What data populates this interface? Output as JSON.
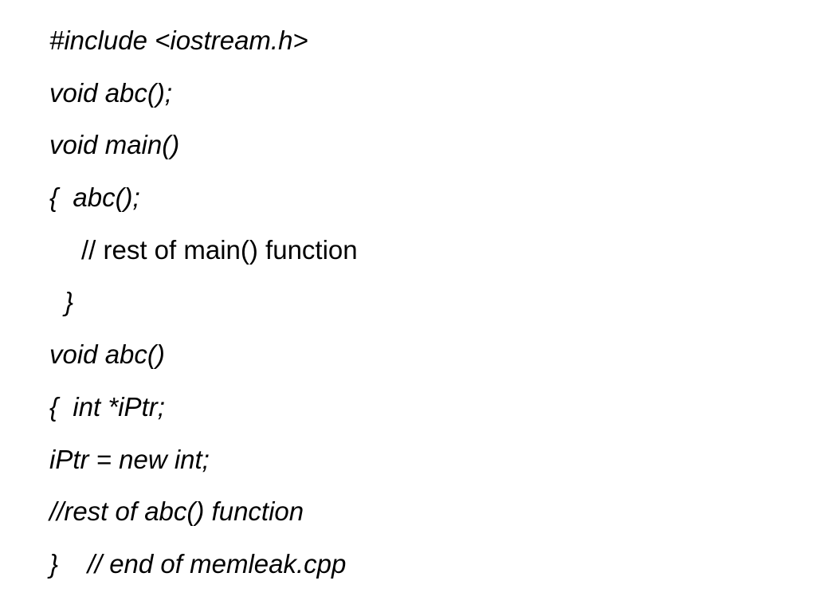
{
  "code_lines": [
    {
      "segments": [
        {
          "text": "#include <iostream.h>",
          "italic": true
        }
      ]
    },
    {
      "segments": [
        {
          "text": "void abc();",
          "italic": true
        }
      ]
    },
    {
      "segments": [
        {
          "text": "void main()",
          "italic": true
        }
      ]
    },
    {
      "segments": [
        {
          "text": "{  abc();",
          "italic": true
        }
      ]
    },
    {
      "segments": [
        {
          "text": "// rest of main() function",
          "italic": false
        }
      ]
    },
    {
      "segments": [
        {
          "text": "}",
          "italic": true
        }
      ]
    },
    {
      "segments": [
        {
          "text": "void abc()",
          "italic": true
        }
      ]
    },
    {
      "segments": [
        {
          "text": "{  int *iPtr;",
          "italic": true
        }
      ]
    },
    {
      "segments": [
        {
          "text": "iPtr = new int;",
          "italic": true
        }
      ]
    },
    {
      "segments": [
        {
          "text": "//rest of abc() function",
          "italic": true
        }
      ]
    },
    {
      "segments": [
        {
          "text": "}    // end of memleak.cpp",
          "italic": true
        }
      ]
    }
  ]
}
